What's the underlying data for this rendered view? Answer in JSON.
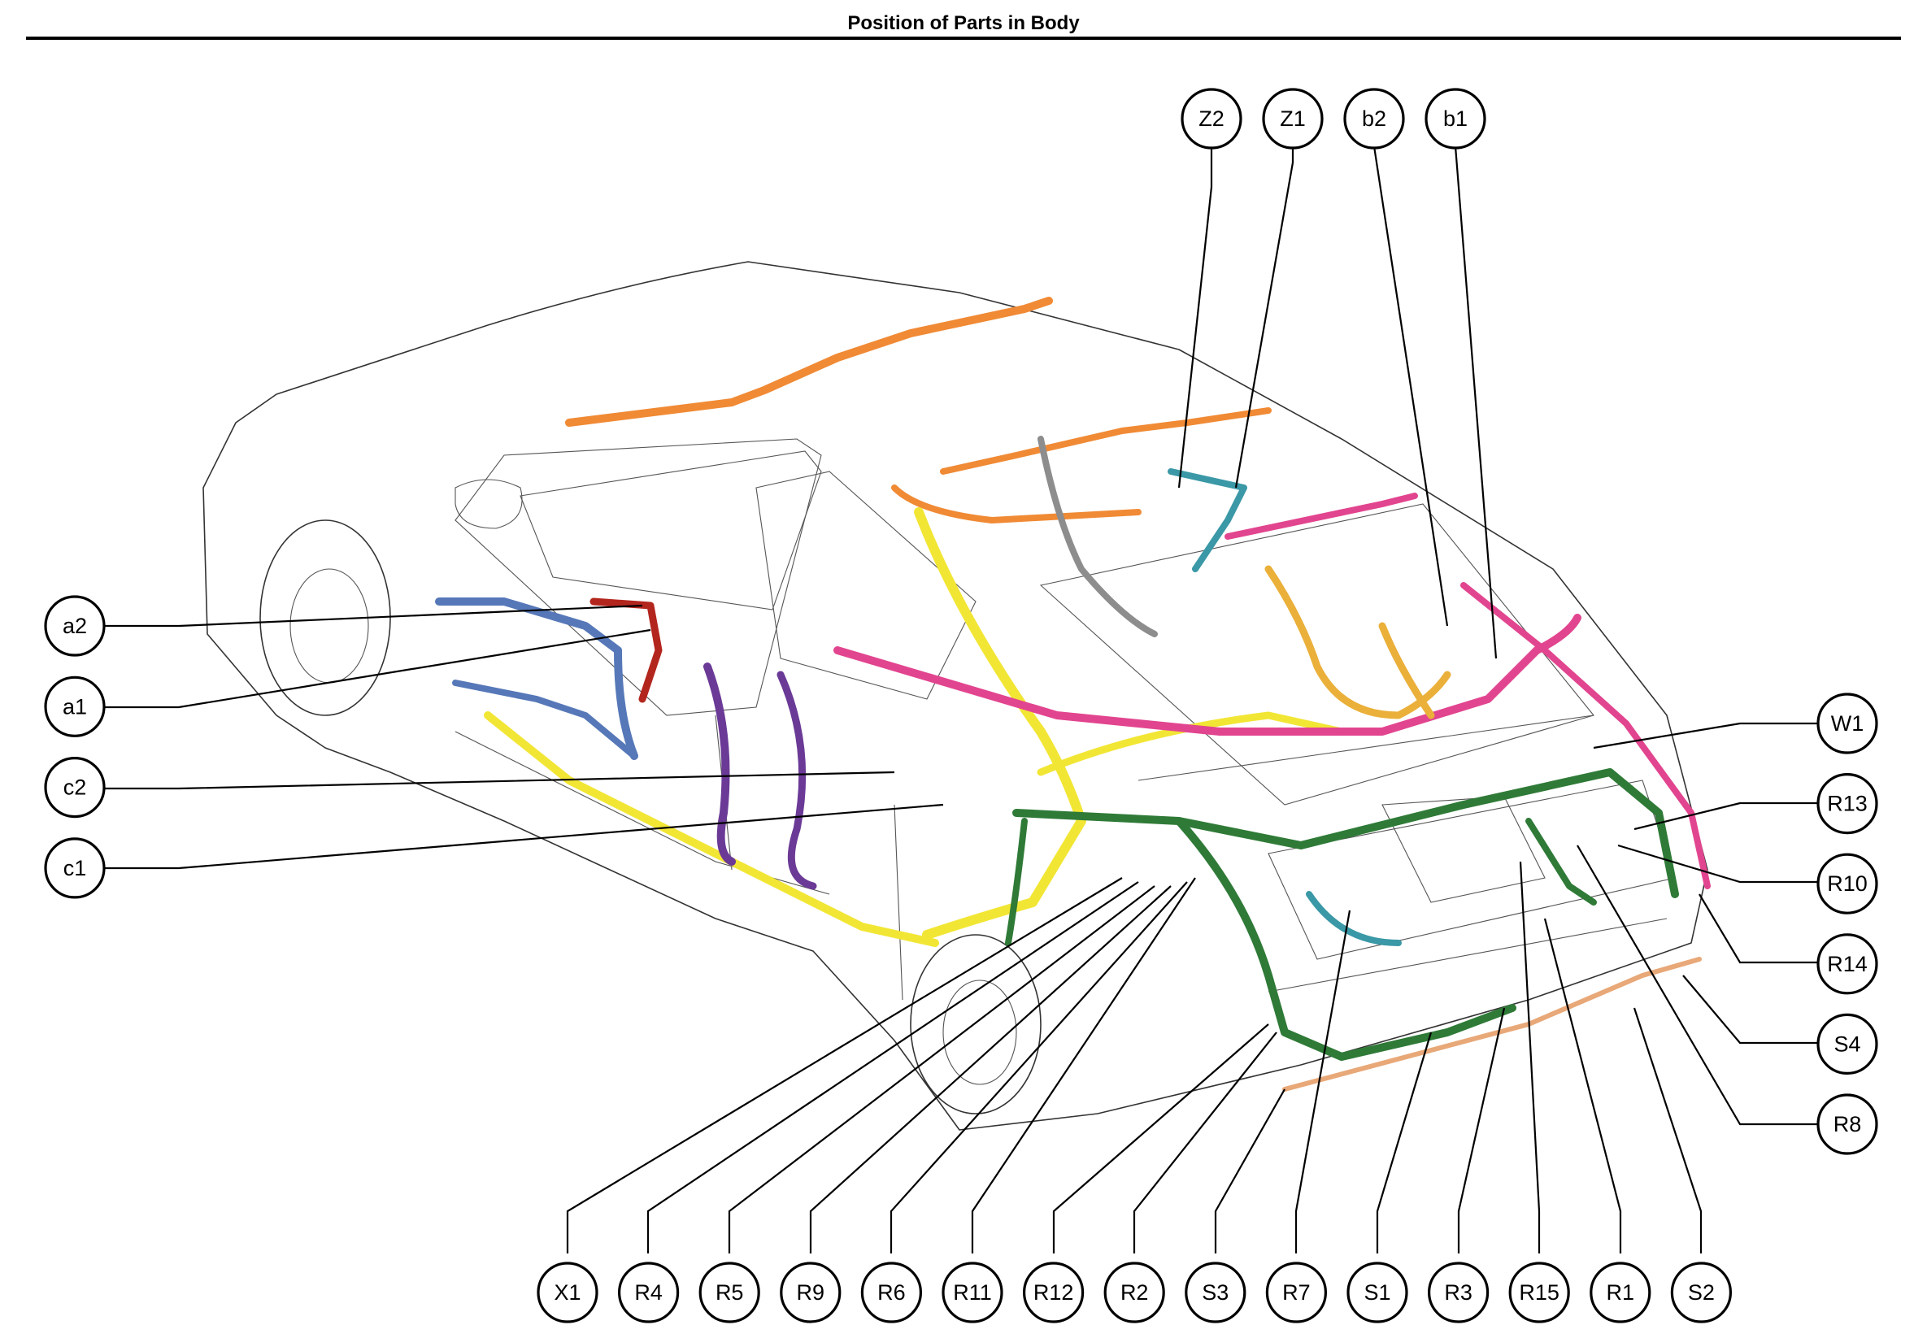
{
  "title": "Position of Parts in Body",
  "colors": {
    "orange": "#f08a35",
    "yellow": "#f2e635",
    "pink": "#e2458f",
    "green": "#2f7a37",
    "blue": "#5678b8",
    "purple": "#6b3a96",
    "red": "#b3261e",
    "teal": "#3b98a6",
    "gray": "#8d8d8d",
    "gold": "#eab03a",
    "tan": "#e8a878"
  },
  "callouts": {
    "top": [
      "Z2",
      "Z1",
      "b2",
      "b1"
    ],
    "left": [
      "a2",
      "a1",
      "c2",
      "c1"
    ],
    "right": [
      "W1",
      "R13",
      "R10",
      "R14",
      "S4",
      "R8"
    ],
    "bottom": [
      "X1",
      "R4",
      "R5",
      "R9",
      "R6",
      "R11",
      "R12",
      "R2",
      "S3",
      "R7",
      "S1",
      "R3",
      "R15",
      "R1",
      "S2"
    ]
  }
}
